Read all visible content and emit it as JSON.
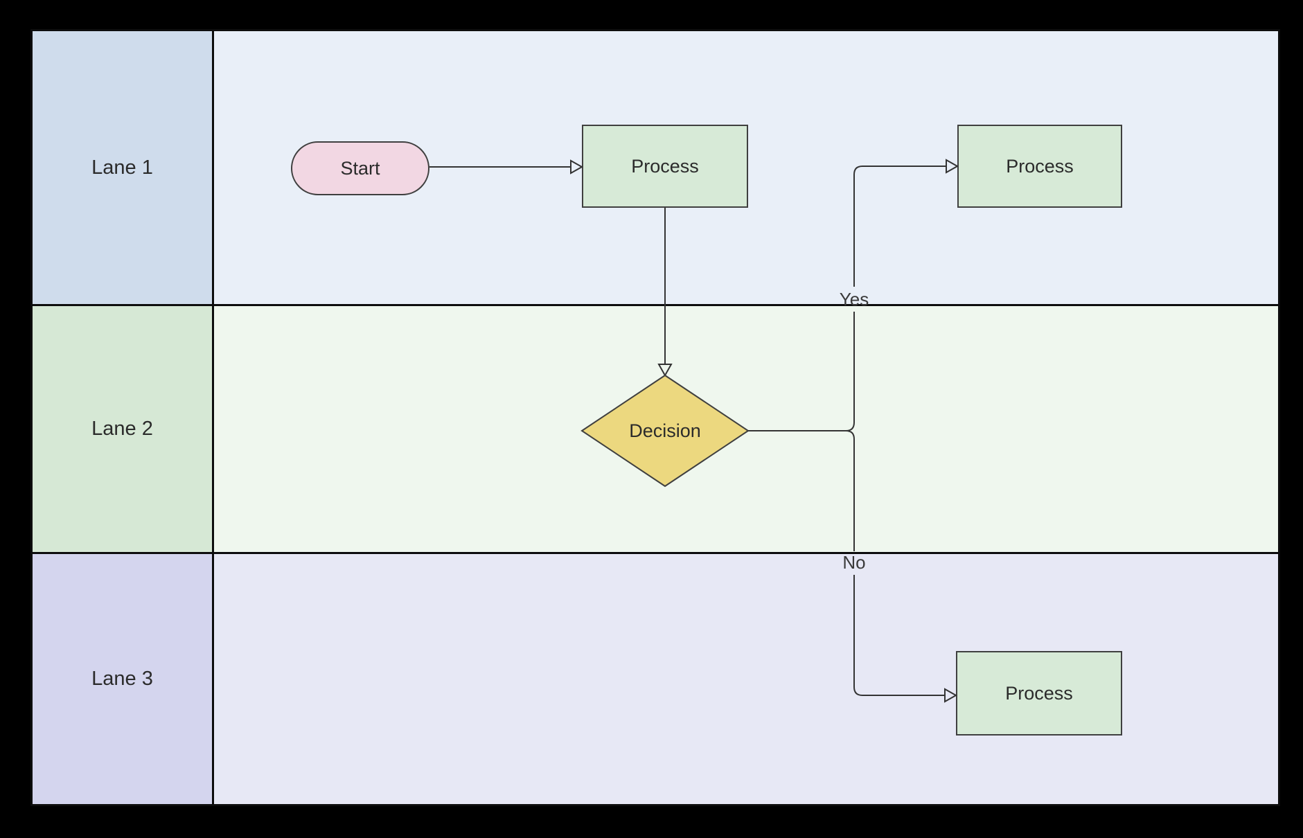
{
  "diagram": {
    "lanes": [
      {
        "id": "lane-1",
        "label": "Lane 1"
      },
      {
        "id": "lane-2",
        "label": "Lane 2"
      },
      {
        "id": "lane-3",
        "label": "Lane 3"
      }
    ],
    "nodes": {
      "start": {
        "label": "Start"
      },
      "process1": {
        "label": "Process"
      },
      "decision": {
        "label": "Decision"
      },
      "process2": {
        "label": "Process"
      },
      "process3": {
        "label": "Process"
      }
    },
    "edge_labels": {
      "yes": "Yes",
      "no": "No"
    },
    "colors": {
      "lane1_header": "#cfdcec",
      "lane1_body": "#e9eff8",
      "lane2_header": "#d6e8d5",
      "lane2_body": "#eff7ee",
      "lane3_header": "#d4d5ee",
      "lane3_body": "#e7e8f5",
      "start_fill": "#f2d7e3",
      "process_fill": "#d7ead7",
      "decision_fill": "#ecd87f",
      "shape_stroke": "#3f3f3f",
      "edge_stroke": "#333333",
      "lane_border": "#0d0d0d"
    }
  }
}
